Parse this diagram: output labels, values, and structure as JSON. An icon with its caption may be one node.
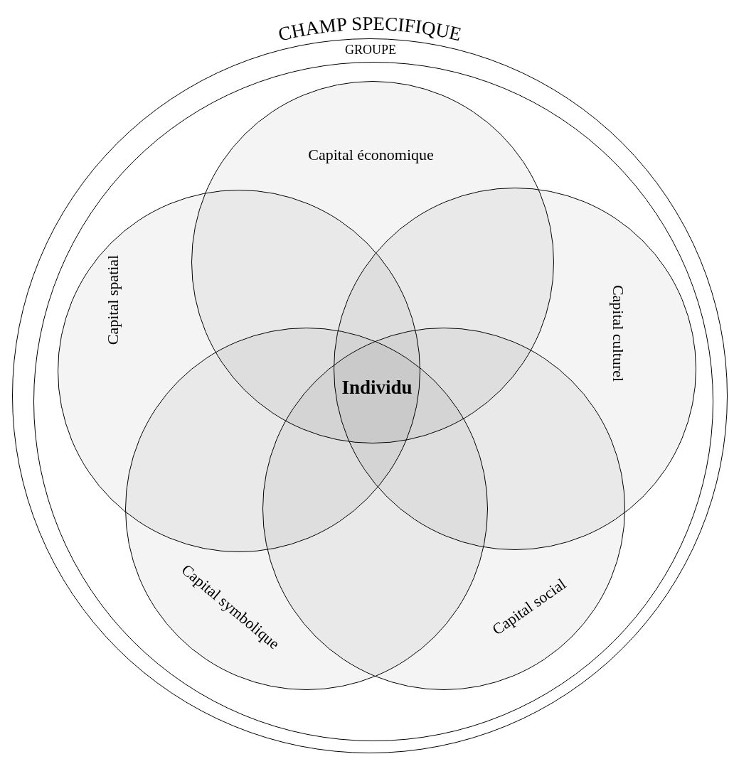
{
  "diagram": {
    "nodes": [
      {
        "text": [
          "CHAMP SPECIFIQUE"
        ]
      },
      {
        "text": [
          "GROUPE"
        ],
        "in": 0
      },
      {
        "text": [
          "Capital économique"
        ],
        "in": 1
      },
      {
        "text": [
          "Capital spatial"
        ],
        "in": 1
      },
      {
        "text": [
          "Capital culturel"
        ],
        "in": 1
      },
      {
        "text": [
          "Capital symbolique"
        ],
        "in": 1
      },
      {
        "text": [
          "Capital social"
        ],
        "in": 1
      }
    ],
    "edges": [],
    "labels": [
      "Individu"
    ]
  }
}
